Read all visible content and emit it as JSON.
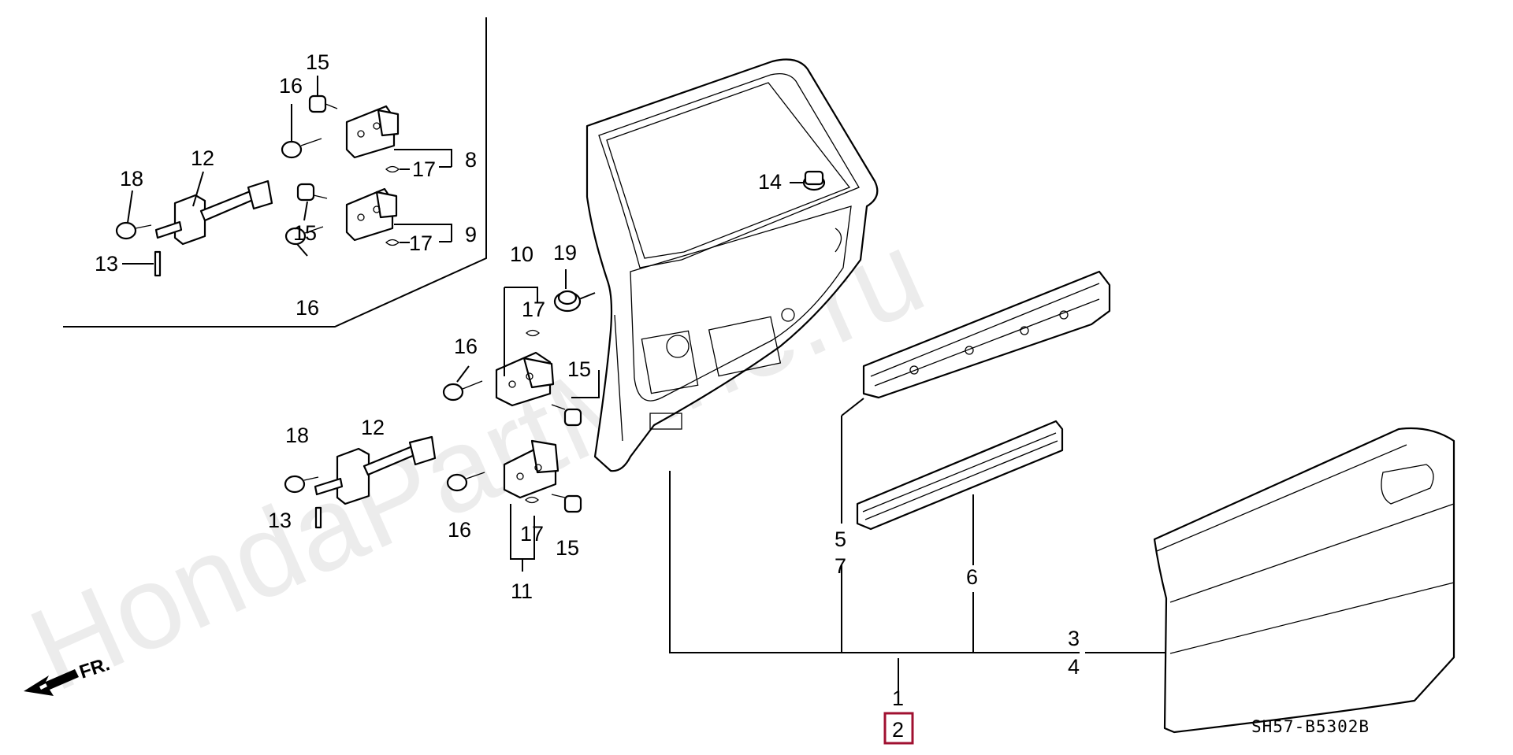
{
  "watermark": "HondaPartMine.ru",
  "diagram_code": "SH57-B5302B",
  "direction_label": "FR.",
  "callouts": {
    "c1": "1",
    "c2": "2",
    "c3": "3",
    "c4": "4",
    "c5": "5",
    "c6": "6",
    "c7": "7",
    "c8": "8",
    "c9": "9",
    "c10": "10",
    "c11": "11",
    "c12": "12",
    "c13": "13",
    "c14": "14",
    "c15": "15",
    "c16": "16",
    "c17": "17",
    "c18": "18",
    "c19": "19"
  },
  "highlighted_part": "2",
  "highlight_color": "#a01030"
}
